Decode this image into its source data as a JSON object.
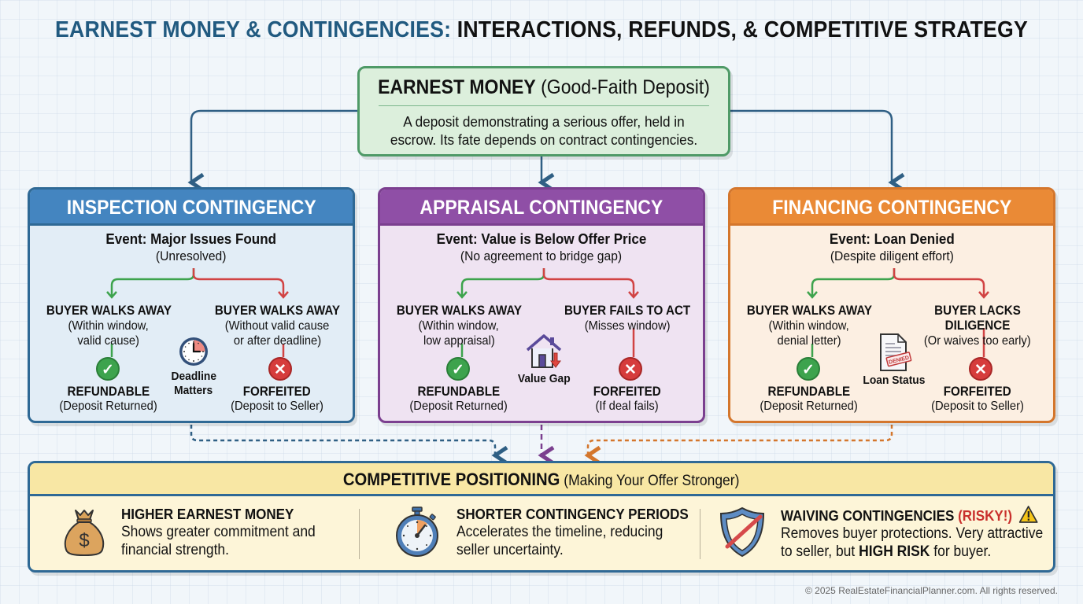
{
  "title": {
    "part1": "EARNEST MONEY & CONTINGENCIES:",
    "part2": " INTERACTIONS, REFUNDS, & COMPETITIVE STRATEGY"
  },
  "colors": {
    "title_blue": "#215a80",
    "earnest_green": "#4f9a67",
    "inspection_blue": "#4485c0",
    "appraisal_purple": "#8f4fa6",
    "financing_orange": "#ea8a36",
    "refundable_green": "#3da34d",
    "forfeited_red": "#d63c3c",
    "competitive_yellow": "#f8e7a4"
  },
  "earnest_money": {
    "title_bold": "EARNEST MONEY",
    "title_paren": " (Good-Faith Deposit)",
    "desc_line1": "A deposit demonstrating a serious offer, held in",
    "desc_line2": "escrow. Its fate depends on contract contingencies."
  },
  "contingencies": [
    {
      "title": "INSPECTION CONTINGENCY",
      "event": "Event: Major Issues Found",
      "event_sub": "(Unresolved)",
      "left": {
        "title": "BUYER WALKS AWAY",
        "sub1": "(Within window,",
        "sub2": "valid cause)"
      },
      "right": {
        "title": "BUYER WALKS AWAY",
        "sub1": "(Without valid cause",
        "sub2": "or after deadline)"
      },
      "left_result": {
        "title": "REFUNDABLE",
        "sub": "(Deposit Returned)"
      },
      "right_result": {
        "title": "FORFEITED",
        "sub": "(Deposit to Seller)"
      },
      "middle": {
        "icon": "clock-icon",
        "label1": "Deadline",
        "label2": "Matters"
      }
    },
    {
      "title": "APPRAISAL CONTINGENCY",
      "event": "Event: Value is Below Offer Price",
      "event_sub": "(No agreement to bridge gap)",
      "left": {
        "title": "BUYER WALKS AWAY",
        "sub1": "(Within window,",
        "sub2": "low appraisal)"
      },
      "right": {
        "title": "BUYER FAILS TO ACT",
        "sub1": "(Misses window)",
        "sub2": ""
      },
      "left_result": {
        "title": "REFUNDABLE",
        "sub": "(Deposit Returned)"
      },
      "right_result": {
        "title": "FORFEITED",
        "sub": "(If deal fails)"
      },
      "middle": {
        "icon": "house-value-down-icon",
        "label1": "Value Gap",
        "label2": ""
      }
    },
    {
      "title": "FINANCING CONTINGENCY",
      "event": "Event: Loan Denied",
      "event_sub": "(Despite diligent effort)",
      "left": {
        "title": "BUYER WALKS AWAY",
        "sub1": "(Within window,",
        "sub2": "denial letter)"
      },
      "right": {
        "title": "BUYER LACKS DILIGENCE",
        "sub1": "(Or waives too early)",
        "sub2": ""
      },
      "left_result": {
        "title": "REFUNDABLE",
        "sub": "(Deposit Returned)"
      },
      "right_result": {
        "title": "FORFEITED",
        "sub": "(Deposit to Seller)"
      },
      "middle": {
        "icon": "denied-document-icon",
        "label1": "Loan Status",
        "label2": "",
        "stamp": "DENIED"
      }
    }
  ],
  "competitive": {
    "title_bold": "COMPETITIVE POSITIONING",
    "title_paren": " (Making Your Offer Stronger)",
    "items": [
      {
        "icon": "money-bag-icon",
        "title": "HIGHER EARNEST MONEY",
        "desc1": "Shows greater commitment and",
        "desc2": "financial strength."
      },
      {
        "icon": "stopwatch-icon",
        "title": "SHORTER CONTINGENCY PERIODS",
        "desc1": "Accelerates the timeline, reducing",
        "desc2": "seller uncertainty."
      },
      {
        "icon": "shield-crossed-icon",
        "title": "WAIVING CONTINGENCIES",
        "title_risky": " (RISKY!)",
        "desc1": "Removes buyer protections. Very attractive",
        "desc2_pre": "to seller, but ",
        "desc2_bold": "HIGH RISK",
        "desc2_post": " for buyer."
      }
    ]
  },
  "footer": "© 2025 RealEstateFinancialPlanner.com. All rights reserved."
}
